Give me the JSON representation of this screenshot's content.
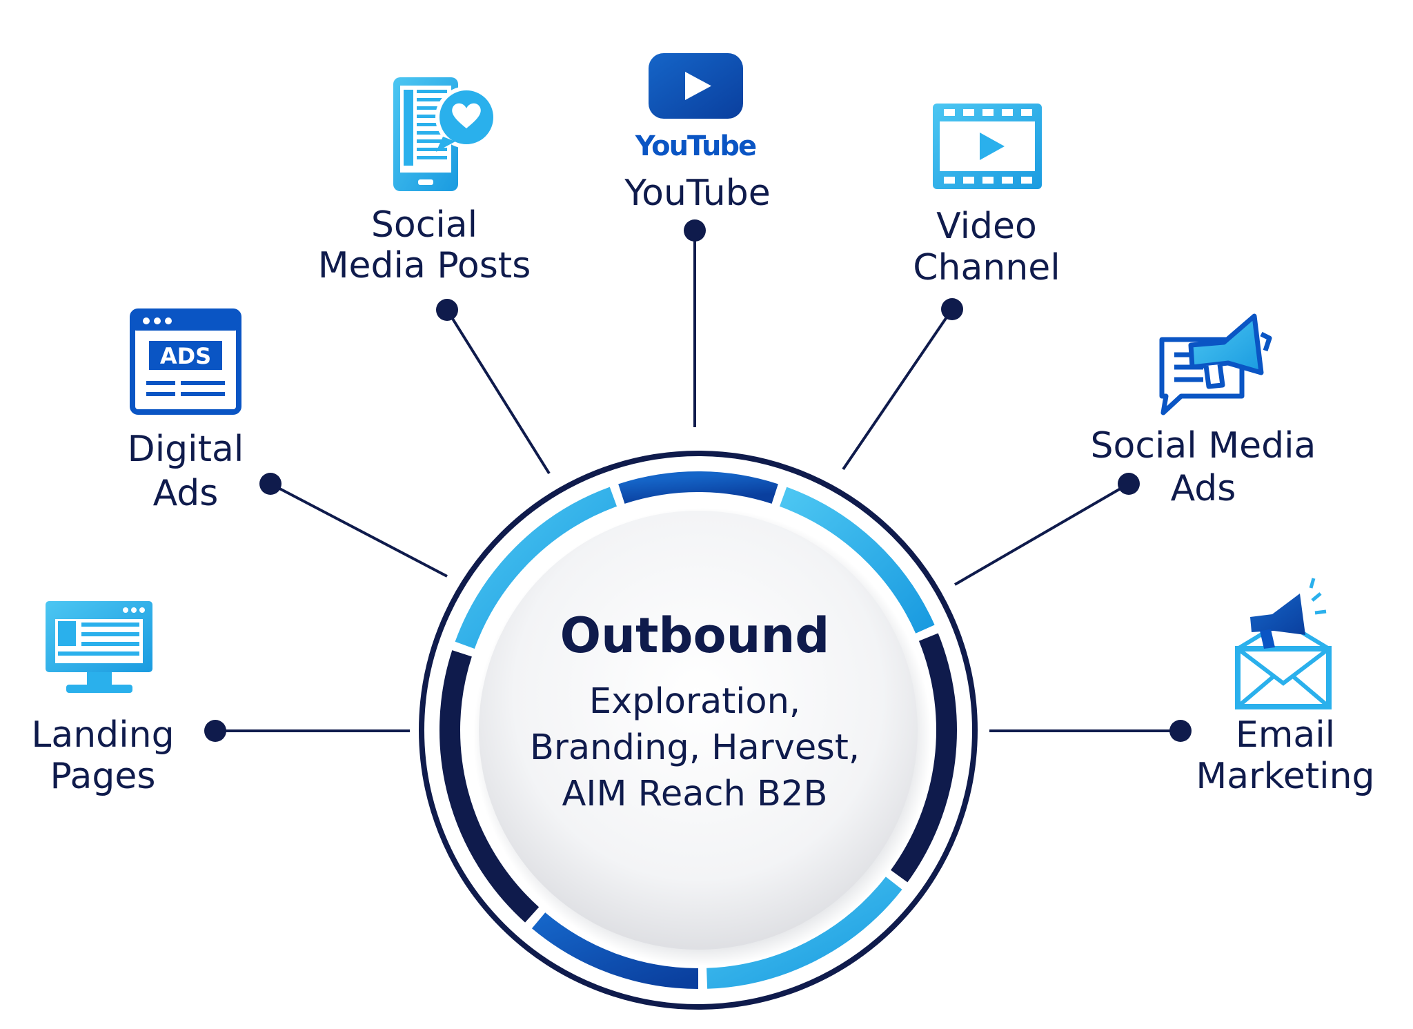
{
  "center": {
    "title": "Outbound",
    "lines": [
      "Exploration,",
      "Branding, Harvest,",
      "AIM Reach B2B"
    ]
  },
  "nodes": {
    "landing_pages": {
      "lines": [
        "Landing",
        "Pages"
      ],
      "icon": "monitor-icon"
    },
    "digital_ads": {
      "lines": [
        "Digital",
        "Ads"
      ],
      "icon": "ads-browser-icon",
      "icon_text": "ADS"
    },
    "social_media_posts": {
      "lines": [
        "Social",
        "Media Posts"
      ],
      "icon": "phone-heart-icon"
    },
    "youtube": {
      "lines": [
        "YouTube"
      ],
      "icon": "youtube-logo-icon",
      "logo_text": "YouTube"
    },
    "video_channel": {
      "lines": [
        "Video",
        "Channel"
      ],
      "icon": "film-play-icon"
    },
    "social_media_ads": {
      "lines": [
        "Social Media",
        "Ads"
      ],
      "icon": "megaphone-chat-icon"
    },
    "email_marketing": {
      "lines": [
        "Email",
        "Marketing"
      ],
      "icon": "envelope-megaphone-icon"
    }
  },
  "colors": {
    "navy": "#0f1b4c",
    "blue": "#0a55c4",
    "light_blue": "#2ab0ec",
    "mid_blue": "#1683d8"
  }
}
